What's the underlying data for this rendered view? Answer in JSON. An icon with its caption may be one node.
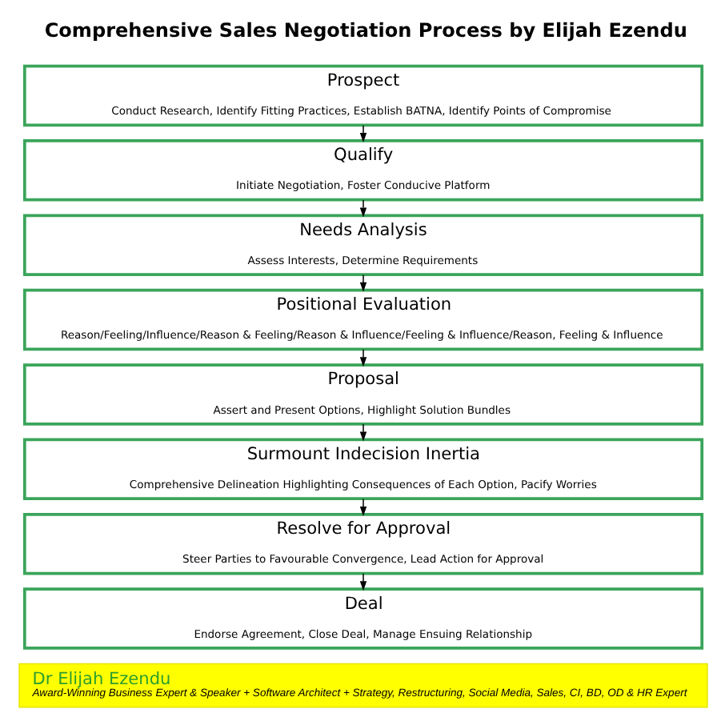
{
  "diagram": {
    "title": "Comprehensive Sales Negotiation Process by Elijah Ezendu",
    "nodes": [
      {
        "text": [
          "Prospect",
          "Conduct Research, Identify Fitting Practices, Establish BATNA, Identify Points of Compromise"
        ]
      },
      {
        "text": [
          "Qualify",
          "Initiate Negotiation, Foster Conducive Platform"
        ]
      },
      {
        "text": [
          "Needs Analysis",
          "Assess Interests, Determine Requirements"
        ]
      },
      {
        "text": [
          "Positional Evaluation",
          "Reason/Feeling/Influence/Reason & Feeling/Reason & Influence/Feeling & Influence/Reason, Feeling & Influence"
        ]
      },
      {
        "text": [
          "Proposal",
          "Assert and Present Options, Highlight Solution Bundles"
        ]
      },
      {
        "text": [
          "Surmount Indecision Inertia",
          "Comprehensive Delineation Highlighting Consequences of Each Option, Pacify Worries"
        ]
      },
      {
        "text": [
          "Resolve for Approval",
          "Steer Parties to Favourable Convergence, Lead Action for Approval"
        ]
      },
      {
        "text": [
          "Deal",
          "Endorse Agreement, Close Deal, Manage Ensuing Relationship"
        ]
      },
      {
        "text": [
          "Dr Elijah Ezendu",
          "Award-Winning Business Expert & Speaker + Software Architect + Strategy, Restructuring, Social Media, Sales, CI, BD, OD & HR Expert"
        ]
      }
    ],
    "edges": [
      {
        "from": 0,
        "to": 1,
        "arrow": "to"
      },
      {
        "from": 1,
        "to": 2,
        "arrow": "to"
      },
      {
        "from": 2,
        "to": 3,
        "arrow": "to"
      },
      {
        "from": 3,
        "to": 4,
        "arrow": "to"
      },
      {
        "from": 4,
        "to": 5,
        "arrow": "to"
      },
      {
        "from": 5,
        "to": 6,
        "arrow": "to"
      },
      {
        "from": 6,
        "to": 7,
        "arrow": "to"
      }
    ]
  }
}
